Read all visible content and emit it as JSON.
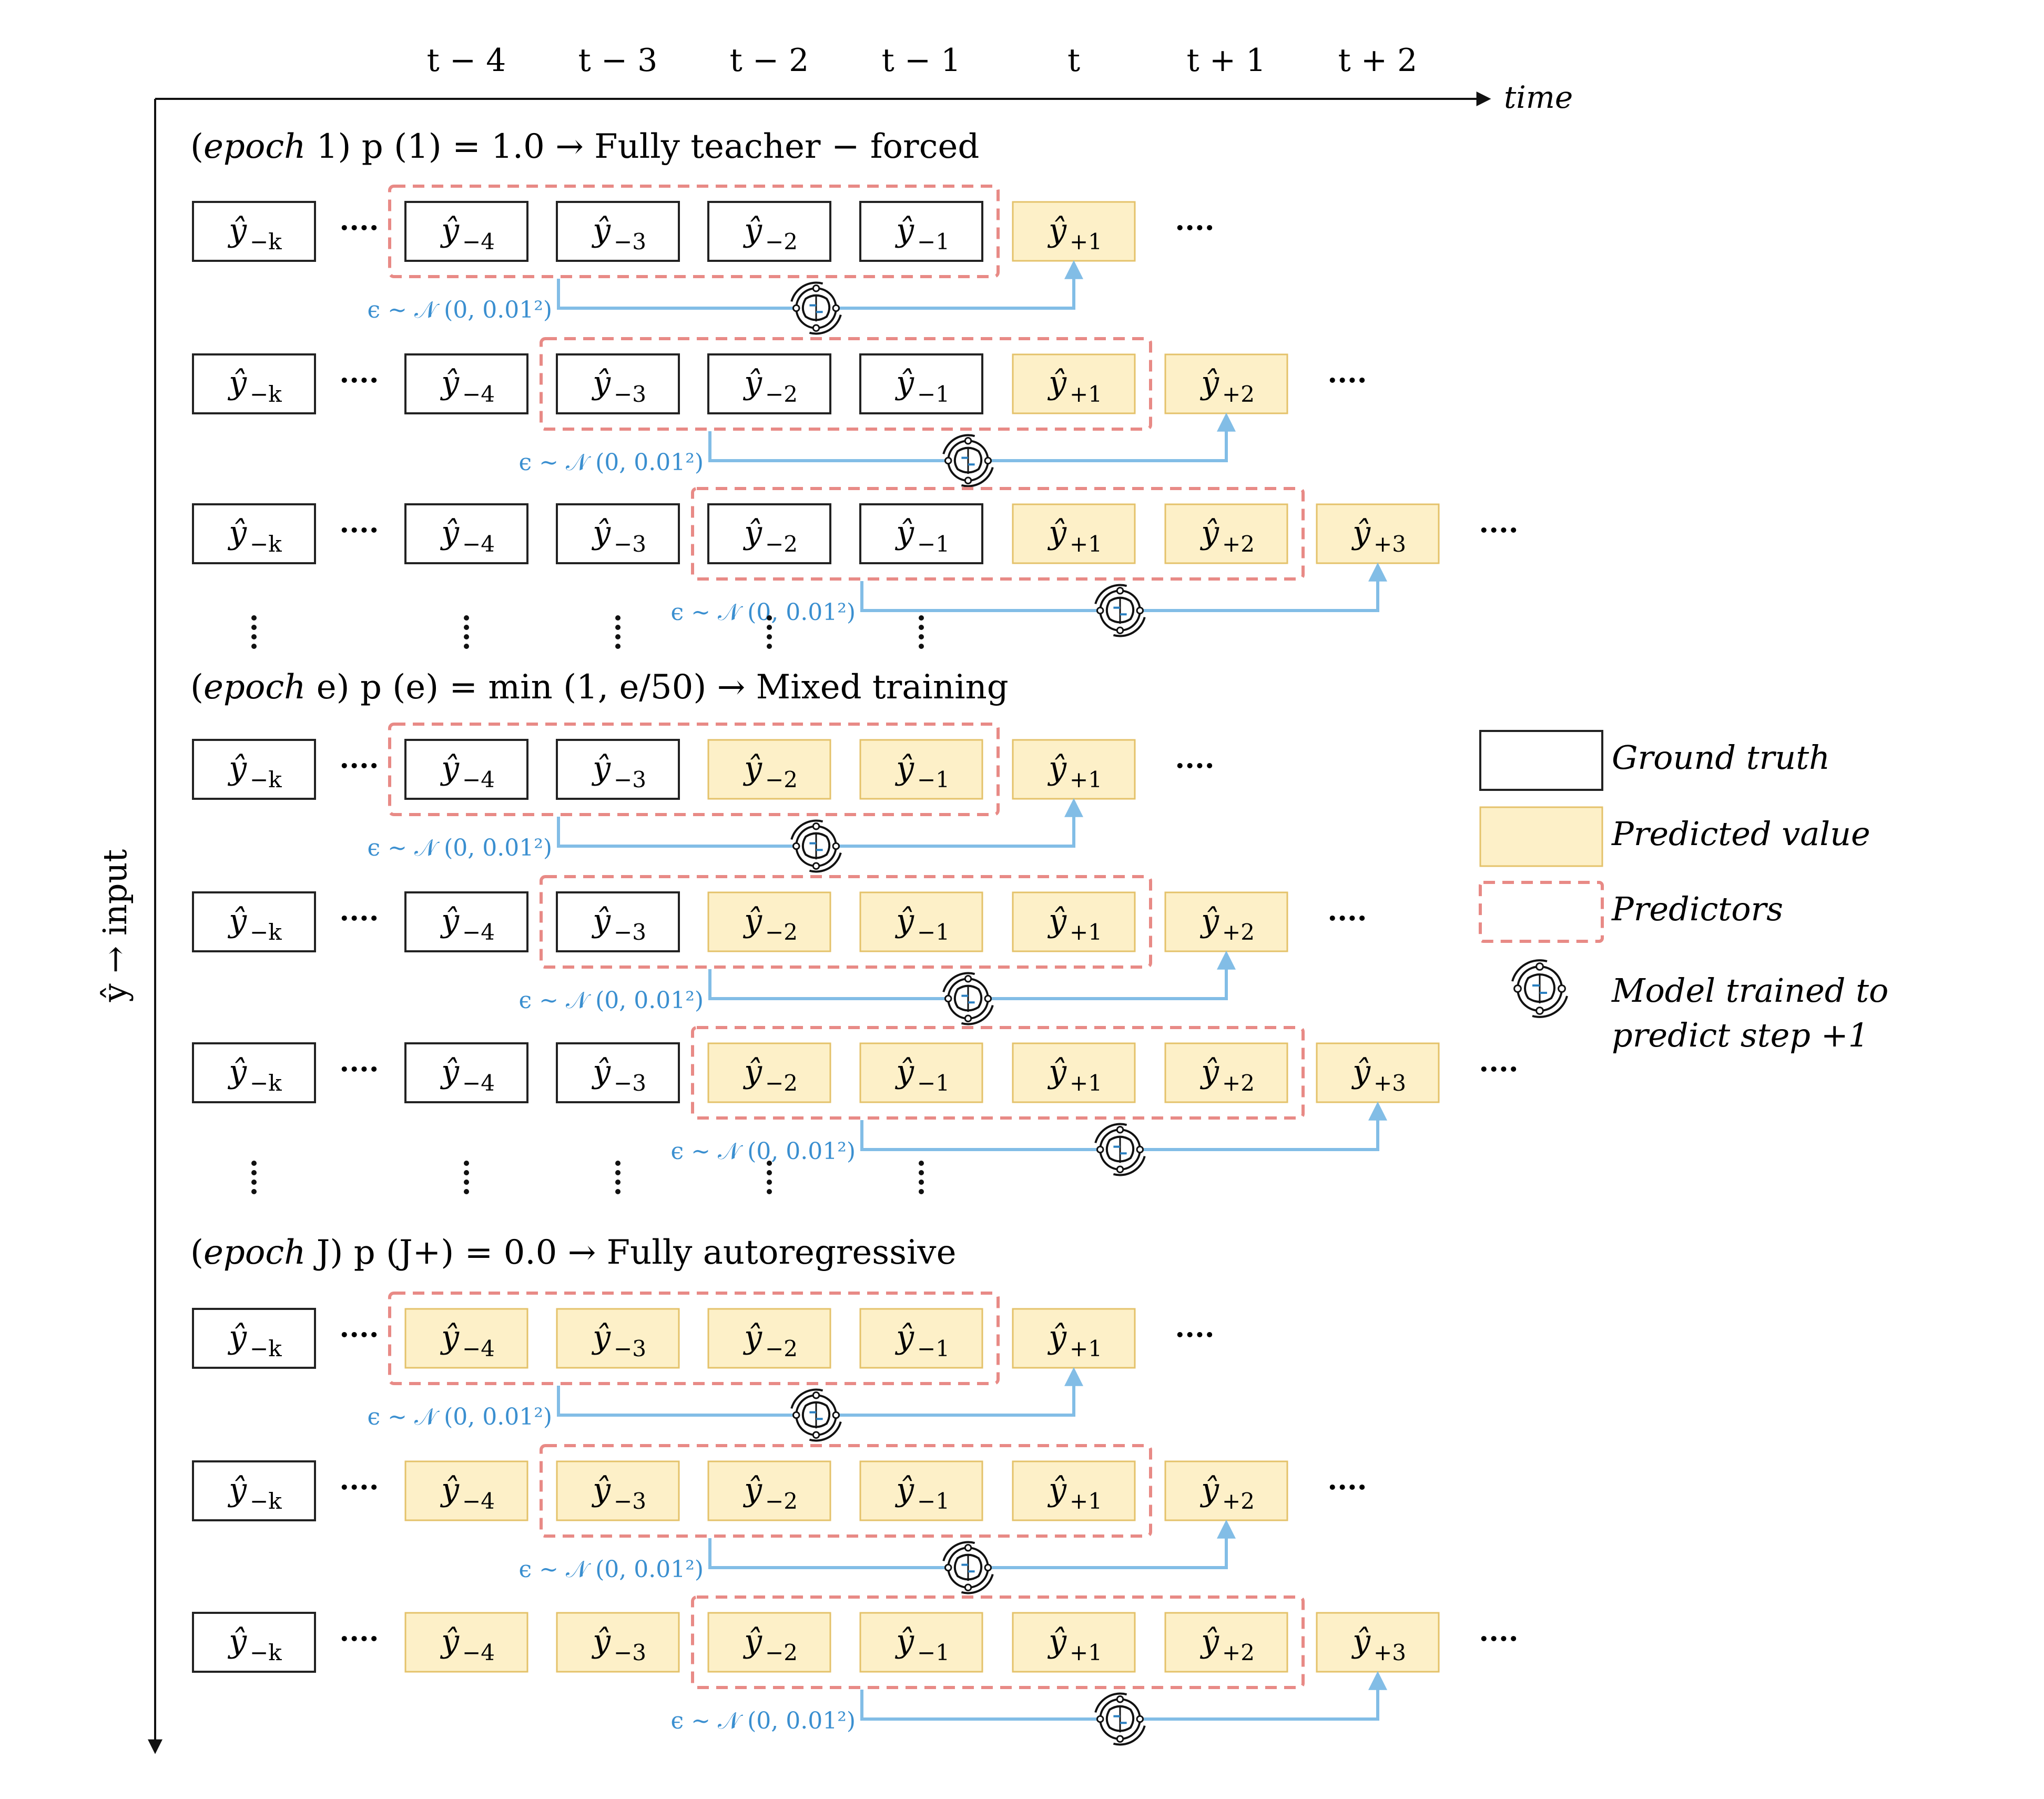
{
  "time_axis": {
    "ticks": [
      "t − 4",
      "t − 3",
      "t − 2",
      "t − 1",
      "t",
      "t + 1",
      "t + 2"
    ],
    "label": "time"
  },
  "input_axis": {
    "label": "ŷ → input"
  },
  "box_labels": {
    "k": "−k",
    "m4": "−4",
    "m3": "−3",
    "m2": "−2",
    "m1": "−1",
    "p1": "+1",
    "p2": "+2",
    "p3": "+3",
    "base": "ŷ"
  },
  "ellipsis": "····",
  "noise_label": "ϵ ∼ 𝒩 (0, 0.01²)",
  "sections": [
    {
      "title_prefix": "(",
      "title_epoch": "epoch",
      "title_rest": " 1) p (1) = 1.0 → Fully teacher − forced",
      "rows": [
        {
          "types": "GGGGGPX",
          "window": [
            1,
            4
          ]
        },
        {
          "types": "GGGGGPP",
          "window": [
            2,
            5
          ]
        },
        {
          "types": "GGGGGPPP",
          "window": [
            3,
            6
          ]
        }
      ]
    },
    {
      "title_prefix": "(",
      "title_epoch": "epoch",
      "title_rest": " e) p (e) = min (1, e/50) → Mixed training",
      "rows": [
        {
          "types": "GGGPPP",
          "window": [
            1,
            4
          ]
        },
        {
          "types": "GGGPPPP",
          "window": [
            2,
            5
          ]
        },
        {
          "types": "GGGPPPPP",
          "window": [
            3,
            6
          ]
        }
      ]
    },
    {
      "title_prefix": "(",
      "title_epoch": "epoch",
      "title_rest": " J) p (J+) = 0.0 → Fully autoregressive",
      "rows": [
        {
          "types": "GPPPPP",
          "window": [
            1,
            4
          ]
        },
        {
          "types": "GPPPPPP",
          "window": [
            2,
            5
          ]
        },
        {
          "types": "GPPPPPPP",
          "window": [
            3,
            6
          ]
        }
      ]
    }
  ],
  "legend": {
    "ground_truth": "Ground truth",
    "predicted": "Predicted value",
    "predictors": "Predictors",
    "model_line1": "Model trained to",
    "model_line2": "predict step  +1"
  },
  "colors": {
    "ground_fill": "#ffffff",
    "ground_stroke": "#222222",
    "pred_fill": "#fdf0c8",
    "pred_stroke": "#e4c26a",
    "window_stroke": "#e88a86",
    "arrow": "#82bde6",
    "noise_text": "#3a8fd0"
  },
  "icons": {
    "model": "brain-circuit-icon"
  }
}
